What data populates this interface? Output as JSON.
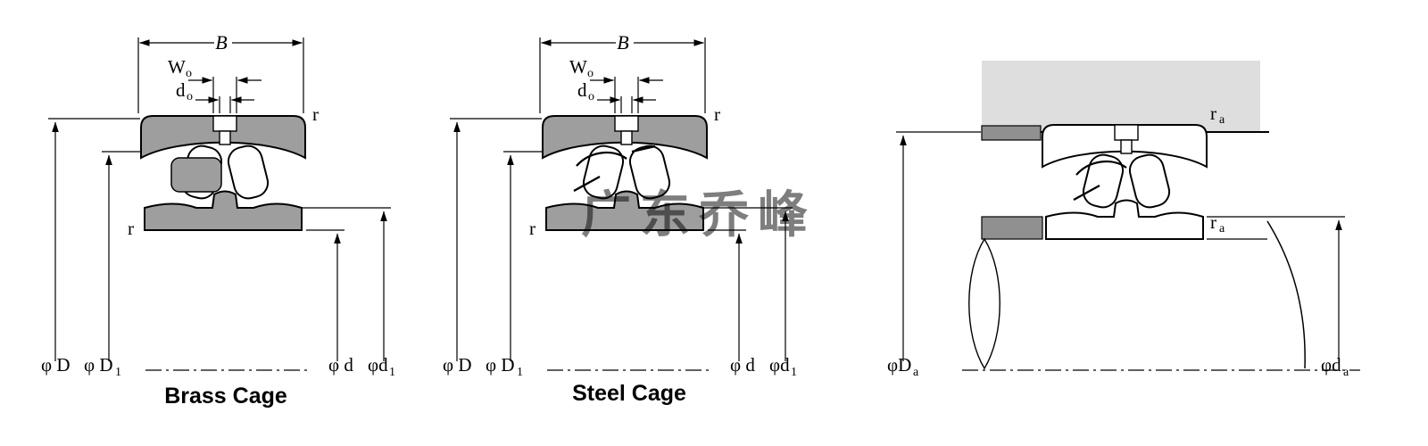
{
  "watermark": {
    "text": "广东乔峰",
    "color": "#3a3acb"
  },
  "brass": {
    "title": "Brass Cage",
    "dims": {
      "B": "B",
      "Wo_base": "W",
      "Wo_sub": "o",
      "do_base": "d",
      "do_sub": "o",
      "r_top": "r",
      "r_side": "r",
      "D": "φ D",
      "D1_base": "φ D",
      "D1_sub": "1",
      "d": "φ d",
      "d1_base": "φd",
      "d1_sub": "1"
    }
  },
  "steel": {
    "title": "Steel Cage",
    "dims": {
      "B": "B",
      "Wo_base": "W",
      "Wo_sub": "o",
      "do_base": "d",
      "do_sub": "o",
      "r_top": "r",
      "r_side": "r",
      "D": "φ D",
      "D1_base": "φ D",
      "D1_sub": "1",
      "d": "φ d",
      "d1_base": "φd",
      "d1_sub": "1"
    }
  },
  "mounting": {
    "dims": {
      "ra_top_base": "r",
      "ra_top_sub": "a",
      "ra_mid_base": "r",
      "ra_mid_sub": "a",
      "Da_base": "φD",
      "Da_sub": "a",
      "da_base": "φd",
      "da_sub": "a"
    }
  }
}
